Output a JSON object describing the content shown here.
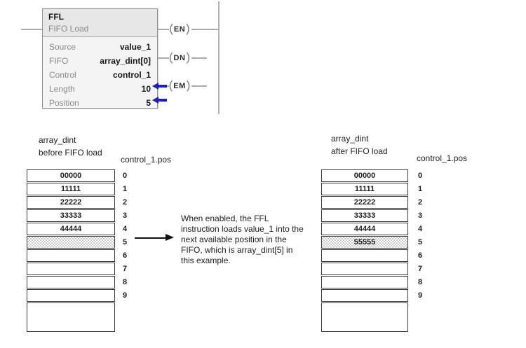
{
  "ladder": {
    "block": {
      "mnemonic": "FFL",
      "title": "FIFO Load",
      "operands": [
        {
          "label": "Source",
          "value": "value_1"
        },
        {
          "label": "FIFO",
          "value": "array_dint[0]"
        },
        {
          "label": "Control",
          "value": "control_1"
        },
        {
          "label": "Length",
          "value": "10"
        },
        {
          "label": "Position",
          "value": "5"
        }
      ]
    },
    "coils": [
      {
        "label": "EN"
      },
      {
        "label": "DN"
      },
      {
        "label": "EM"
      }
    ]
  },
  "before": {
    "title_line1": "array_dint",
    "title_line2": "before FIFO load",
    "pos_header": "control_1.pos",
    "rows": [
      {
        "pos": "0",
        "value": "00000"
      },
      {
        "pos": "1",
        "value": "11111"
      },
      {
        "pos": "2",
        "value": "22222"
      },
      {
        "pos": "3",
        "value": "33333"
      },
      {
        "pos": "4",
        "value": "44444"
      },
      {
        "pos": "5",
        "value": ""
      },
      {
        "pos": "6",
        "value": ""
      },
      {
        "pos": "7",
        "value": ""
      },
      {
        "pos": "8",
        "value": ""
      },
      {
        "pos": "9",
        "value": ""
      }
    ]
  },
  "after": {
    "title_line1": "array_dint",
    "title_line2": "after FIFO load",
    "pos_header": "control_1.pos",
    "rows": [
      {
        "pos": "0",
        "value": "00000"
      },
      {
        "pos": "1",
        "value": "11111"
      },
      {
        "pos": "2",
        "value": "22222"
      },
      {
        "pos": "3",
        "value": "33333"
      },
      {
        "pos": "4",
        "value": "44444"
      },
      {
        "pos": "5",
        "value": "55555"
      },
      {
        "pos": "6",
        "value": ""
      },
      {
        "pos": "7",
        "value": ""
      },
      {
        "pos": "8",
        "value": ""
      },
      {
        "pos": "9",
        "value": ""
      }
    ]
  },
  "annotation": {
    "lines": [
      "When enabled, the FFL",
      "instruction loads value_1 into the",
      "next available position in the",
      "FIFO, which is array_dint[5] in",
      "this example."
    ]
  },
  "colors": {
    "accent_blue": "#1b1bd4",
    "wire_gray": "#ababab",
    "label_gray": "#8a8a8a",
    "table_border": "#3a3a3a",
    "block_header_bg": "#e7e7e7",
    "block_body_bg": "#f4f4f4"
  }
}
